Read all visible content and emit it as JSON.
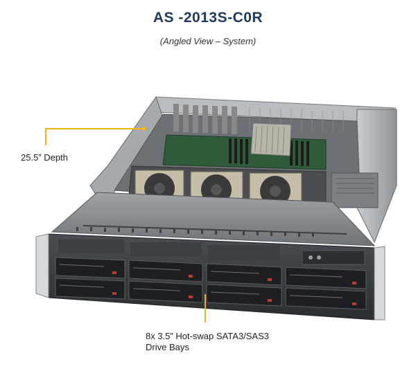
{
  "header": {
    "title": "AS -2013S-C0R",
    "subtitle": "(Angled View – System)"
  },
  "callouts": {
    "depth": "25.5” Depth",
    "bays_line1": "8x 3.5” Hot-swap  SATA3/SAS3",
    "bays_line2": "Drive Bays"
  },
  "colors": {
    "title": "#1f3a63",
    "callout_line": "#f2b705"
  }
}
